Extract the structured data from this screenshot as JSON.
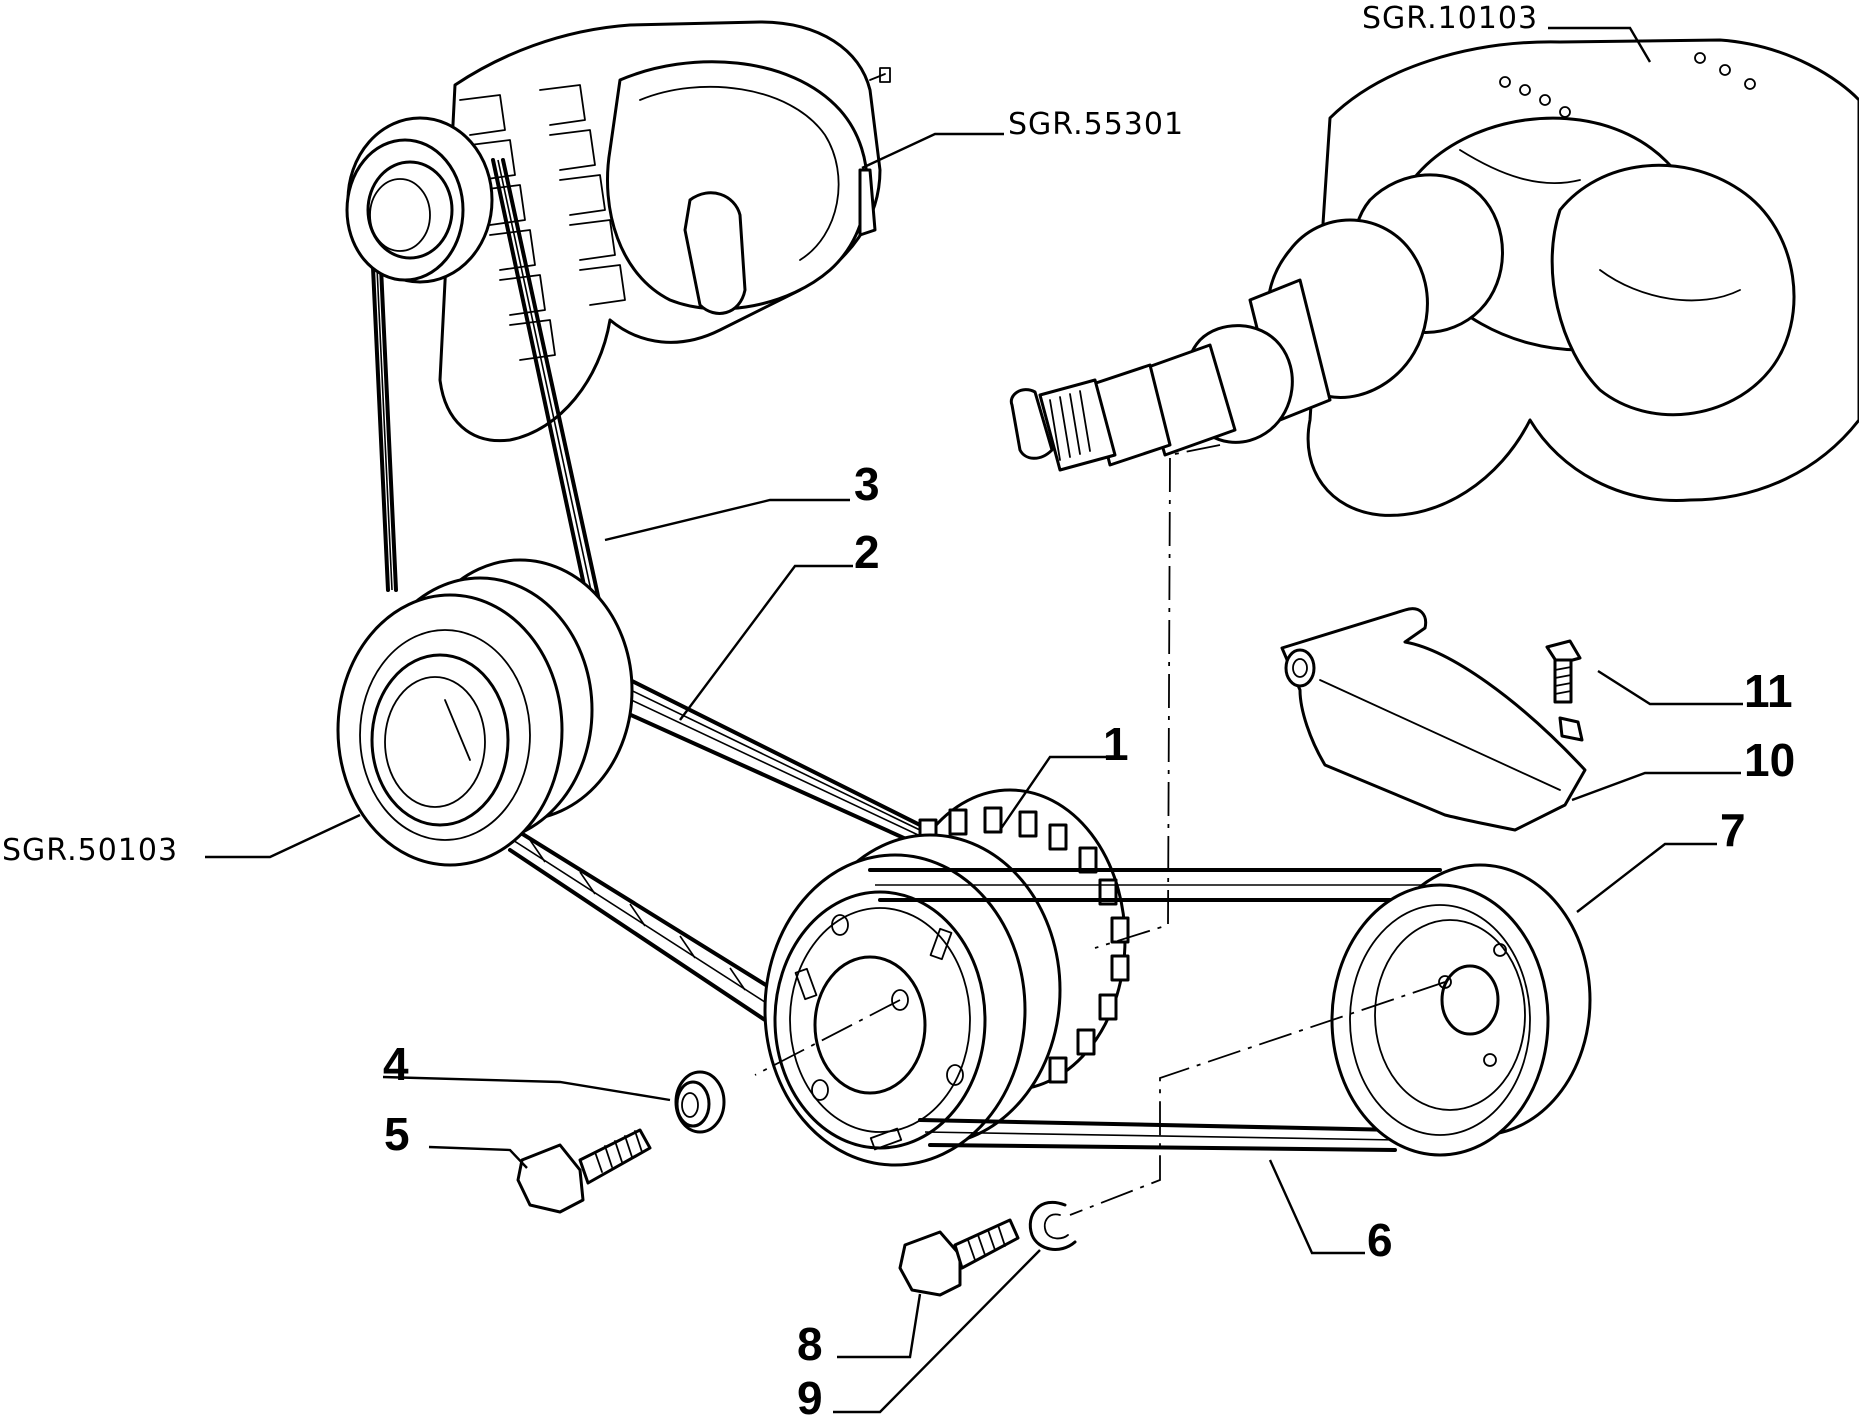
{
  "references": {
    "alternator": "SGR.55301",
    "crankshaft": "SGR.10103",
    "pump": "SGR.50103"
  },
  "callouts": [
    "1",
    "2",
    "3",
    "4",
    "5",
    "6",
    "7",
    "8",
    "9",
    "10",
    "11"
  ]
}
